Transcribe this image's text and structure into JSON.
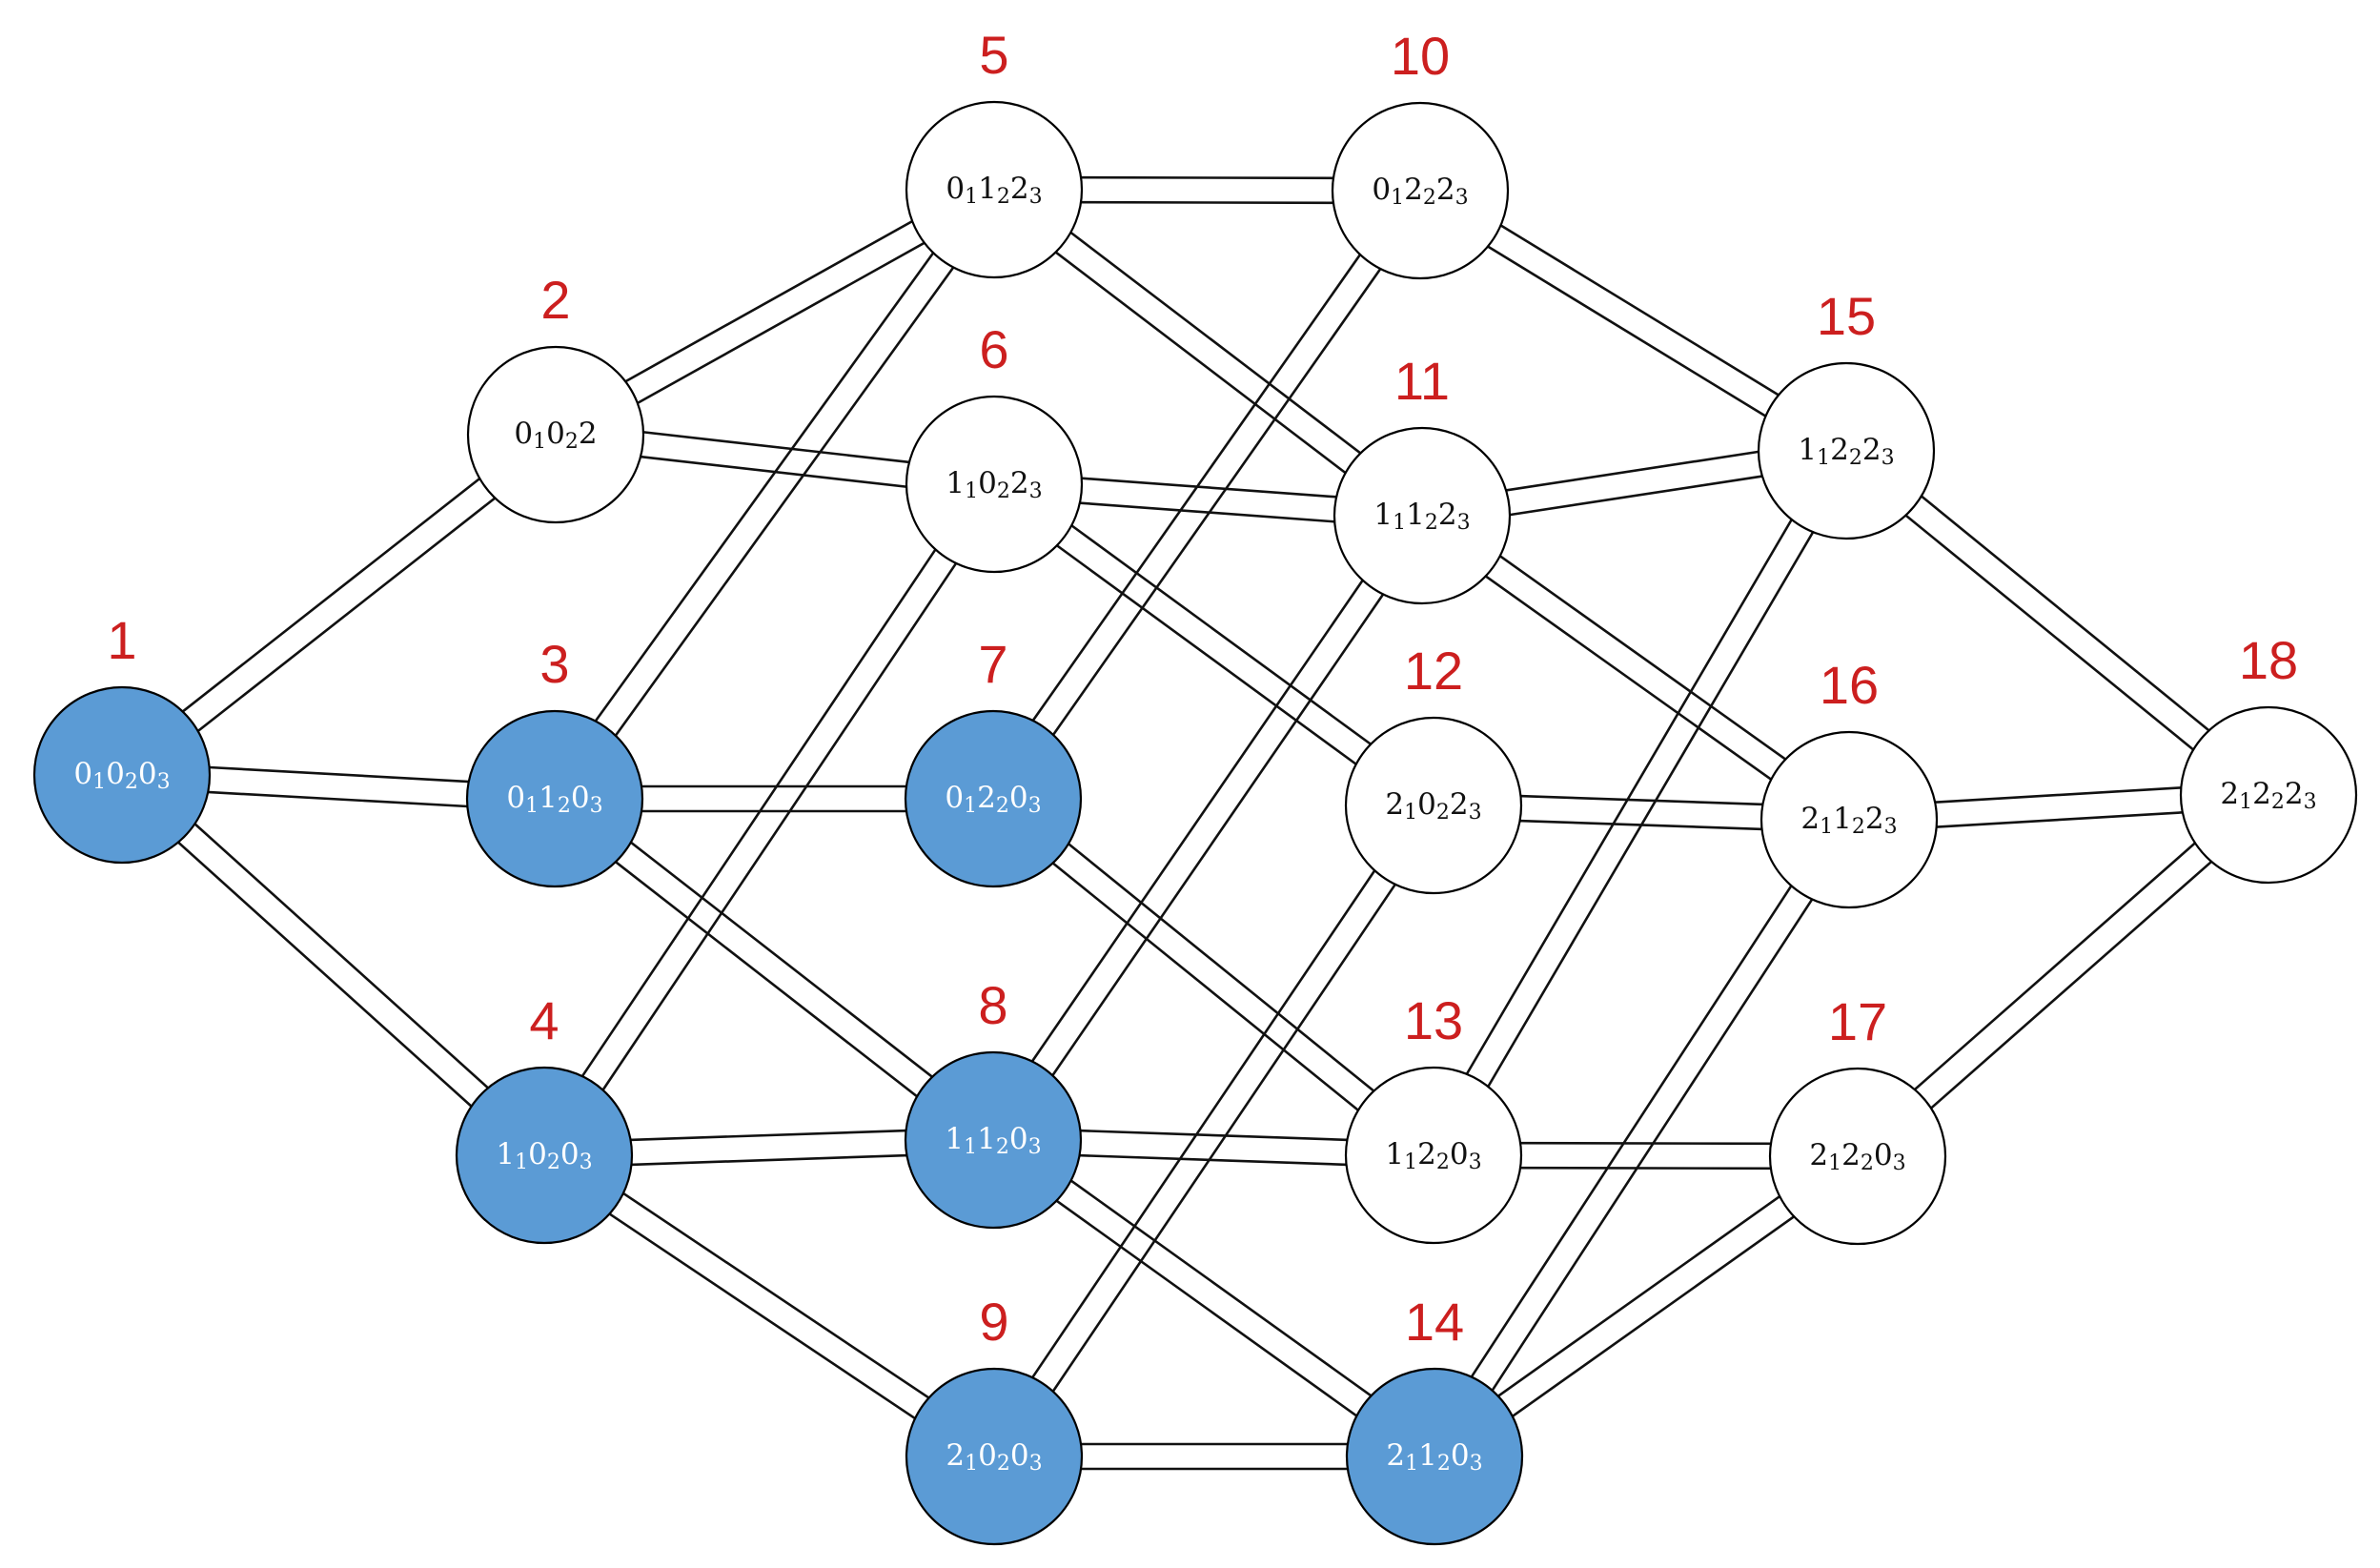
{
  "colors": {
    "active_fill": "#5b9bd5",
    "inactive_fill": "#ffffff",
    "number_color": "#cc1f1f",
    "active_text": "#ffffff",
    "inactive_text": "#111111",
    "edge": "#111111"
  },
  "nodes": [
    {
      "id": 1,
      "number": "1",
      "active": true,
      "parts": [
        [
          "0",
          "1"
        ],
        [
          "0",
          "2"
        ],
        [
          "0",
          "3"
        ]
      ]
    },
    {
      "id": 2,
      "number": "2",
      "active": false,
      "parts": [
        [
          "0",
          "1"
        ],
        [
          "0",
          "2"
        ],
        [
          "2",
          ""
        ]
      ]
    },
    {
      "id": 3,
      "number": "3",
      "active": true,
      "parts": [
        [
          "0",
          "1"
        ],
        [
          "1",
          "2"
        ],
        [
          "0",
          "3"
        ]
      ]
    },
    {
      "id": 4,
      "number": "4",
      "active": true,
      "parts": [
        [
          "1",
          "1"
        ],
        [
          "0",
          "2"
        ],
        [
          "0",
          "3"
        ]
      ]
    },
    {
      "id": 5,
      "number": "5",
      "active": false,
      "parts": [
        [
          "0",
          "1"
        ],
        [
          "1",
          "2"
        ],
        [
          "2",
          "3"
        ]
      ]
    },
    {
      "id": 6,
      "number": "6",
      "active": false,
      "parts": [
        [
          "1",
          "1"
        ],
        [
          "0",
          "2"
        ],
        [
          "2",
          "3"
        ]
      ]
    },
    {
      "id": 7,
      "number": "7",
      "active": true,
      "parts": [
        [
          "0",
          "1"
        ],
        [
          "2",
          "2"
        ],
        [
          "0",
          "3"
        ]
      ]
    },
    {
      "id": 8,
      "number": "8",
      "active": true,
      "parts": [
        [
          "1",
          "1"
        ],
        [
          "1",
          "2"
        ],
        [
          "0",
          "3"
        ]
      ]
    },
    {
      "id": 9,
      "number": "9",
      "active": true,
      "parts": [
        [
          "2",
          "1"
        ],
        [
          "0",
          "2"
        ],
        [
          "0",
          "3"
        ]
      ]
    },
    {
      "id": 10,
      "number": "10",
      "active": false,
      "parts": [
        [
          "0",
          "1"
        ],
        [
          "2",
          "2"
        ],
        [
          "2",
          "3"
        ]
      ]
    },
    {
      "id": 11,
      "number": "11",
      "active": false,
      "parts": [
        [
          "1",
          "1"
        ],
        [
          "1",
          "2"
        ],
        [
          "2",
          "3"
        ]
      ]
    },
    {
      "id": 12,
      "number": "12",
      "active": false,
      "parts": [
        [
          "2",
          "1"
        ],
        [
          "0",
          "2"
        ],
        [
          "2",
          "3"
        ]
      ]
    },
    {
      "id": 13,
      "number": "13",
      "active": false,
      "parts": [
        [
          "1",
          "1"
        ],
        [
          "2",
          "2"
        ],
        [
          "0",
          "3"
        ]
      ]
    },
    {
      "id": 14,
      "number": "14",
      "active": true,
      "parts": [
        [
          "2",
          "1"
        ],
        [
          "1",
          "2"
        ],
        [
          "0",
          "3"
        ]
      ]
    },
    {
      "id": 15,
      "number": "15",
      "active": false,
      "parts": [
        [
          "1",
          "1"
        ],
        [
          "2",
          "2"
        ],
        [
          "2",
          "3"
        ]
      ]
    },
    {
      "id": 16,
      "number": "16",
      "active": false,
      "parts": [
        [
          "2",
          "1"
        ],
        [
          "1",
          "2"
        ],
        [
          "2",
          "3"
        ]
      ]
    },
    {
      "id": 17,
      "number": "17",
      "active": false,
      "parts": [
        [
          "2",
          "1"
        ],
        [
          "2",
          "2"
        ],
        [
          "0",
          "3"
        ]
      ]
    },
    {
      "id": 18,
      "number": "18",
      "active": false,
      "parts": [
        [
          "2",
          "1"
        ],
        [
          "2",
          "2"
        ],
        [
          "2",
          "3"
        ]
      ]
    }
  ],
  "edges": [
    [
      1,
      2
    ],
    [
      1,
      3
    ],
    [
      1,
      4
    ],
    [
      2,
      5
    ],
    [
      2,
      6
    ],
    [
      3,
      5
    ],
    [
      3,
      7
    ],
    [
      3,
      8
    ],
    [
      4,
      6
    ],
    [
      4,
      8
    ],
    [
      4,
      9
    ],
    [
      5,
      10
    ],
    [
      5,
      11
    ],
    [
      6,
      11
    ],
    [
      6,
      12
    ],
    [
      7,
      10
    ],
    [
      7,
      13
    ],
    [
      8,
      11
    ],
    [
      8,
      13
    ],
    [
      8,
      14
    ],
    [
      9,
      12
    ],
    [
      9,
      14
    ],
    [
      10,
      15
    ],
    [
      11,
      15
    ],
    [
      11,
      16
    ],
    [
      12,
      16
    ],
    [
      13,
      15
    ],
    [
      13,
      17
    ],
    [
      14,
      16
    ],
    [
      14,
      17
    ],
    [
      15,
      18
    ],
    [
      16,
      18
    ],
    [
      17,
      18
    ]
  ]
}
